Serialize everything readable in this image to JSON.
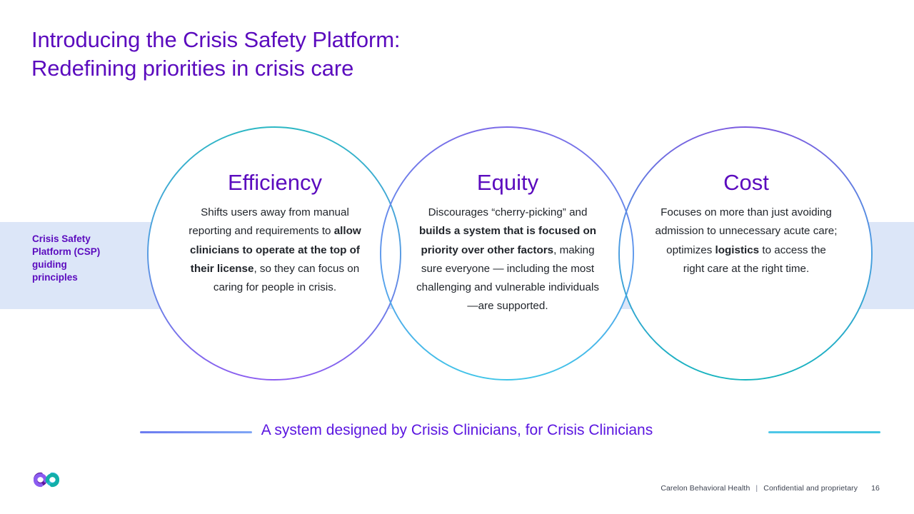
{
  "slide": {
    "title": "Introducing the Crisis Safety Platform:\nRedefining priorities in crisis care",
    "title_color": "#5B0BBE"
  },
  "band": {
    "color": "#DCE6F8",
    "caption": "Crisis Safety\nPlatform (CSP)\nguiding\nprinciples"
  },
  "venn": {
    "circles": [
      {
        "id": "efficiency",
        "heading": "Efficiency",
        "stroke_top": "#2BB7C4",
        "stroke_bottom": "#8B5CF0",
        "body_parts": [
          {
            "text": "Shifts users away from manual reporting and requirements to ",
            "bold": false
          },
          {
            "text": "allow clinicians to operate at the top of their license",
            "bold": true
          },
          {
            "text": ", so they can focus on caring for people in crisis.",
            "bold": false
          }
        ]
      },
      {
        "id": "equity",
        "heading": "Equity",
        "stroke_top": "#7B6BE8",
        "stroke_bottom": "#3FC4E8",
        "body_parts": [
          {
            "text": "Discourages “cherry-picking” and ",
            "bold": false
          },
          {
            "text": "builds a system that is focused on priority over other factors",
            "bold": true
          },
          {
            "text": ", making sure everyone — including the most challenging and vulnerable individuals —are supported.",
            "bold": false
          }
        ]
      },
      {
        "id": "cost",
        "heading": "Cost",
        "stroke_top": "#7B5CE0",
        "stroke_bottom": "#21B8C4",
        "body_parts": [
          {
            "text": "Focuses on more than just avoiding admission to unnecessary acute care; optimizes ",
            "bold": false
          },
          {
            "text": "logistics",
            "bold": true
          },
          {
            "text": " to access the right care at the right time.",
            "bold": false
          }
        ]
      }
    ]
  },
  "tagline": {
    "text": "A system designed by Crisis Clinicians, for Crisis Clinicians",
    "color": "#5B16E0"
  },
  "footer": {
    "brand": "Carelon Behavioral Health",
    "separator": "|",
    "notice": "Confidential and proprietary",
    "page_number": "16"
  },
  "logo": {
    "name": "carelon-logo",
    "colors": [
      "#5B189B",
      "#2BB7D4",
      "#8B5CF0",
      "#12AFA8"
    ]
  }
}
